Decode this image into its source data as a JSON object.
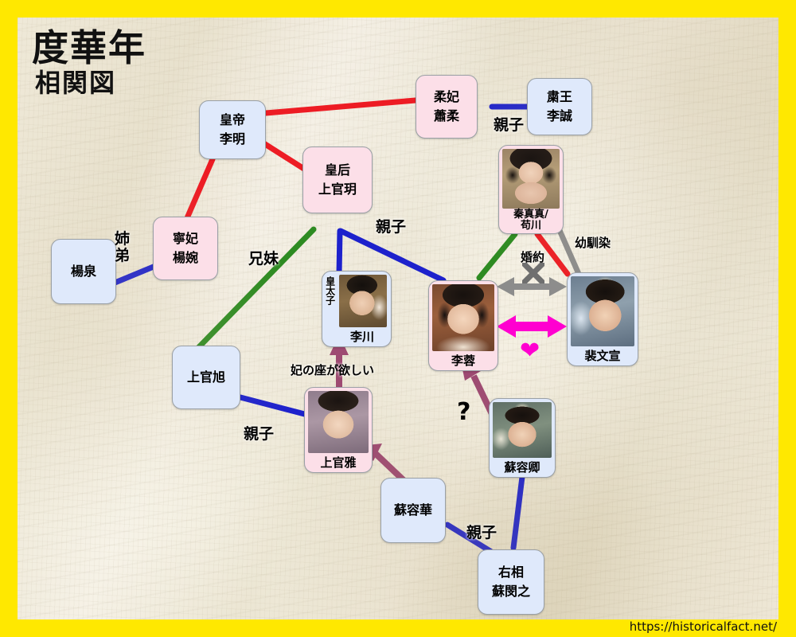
{
  "page": {
    "title_main": "度華年",
    "title_sub": "相関図",
    "url": "https://historicalfact.net/",
    "border_color": "#FFE800",
    "paper_color": "#ece5d2"
  },
  "palette": {
    "blue_box": "#dfe9fb",
    "pink_box": "#fcdfe8",
    "line_red": "#ED1C24",
    "line_blue": "#1D21CC",
    "line_green": "#2E8B22",
    "line_gray": "#8C8C8C",
    "line_magenta": "#FF00D0",
    "line_purple": "#9E4A72"
  },
  "nodes": [
    {
      "id": "huangdi",
      "type": "blue",
      "lines": [
        "皇帝",
        "李明"
      ]
    },
    {
      "id": "roufei",
      "type": "pink",
      "lines": [
        "柔妃",
        "蕭柔"
      ]
    },
    {
      "id": "suwang",
      "type": "blue",
      "lines": [
        "粛王",
        "李誠"
      ]
    },
    {
      "id": "huanghou",
      "type": "pink",
      "lines": [
        "皇后",
        "上官玥"
      ]
    },
    {
      "id": "ningfei",
      "type": "pink",
      "lines": [
        "寧妃",
        "楊婉"
      ]
    },
    {
      "id": "yangquan",
      "type": "blue",
      "lines": [
        "楊泉"
      ]
    },
    {
      "id": "shangguanxu",
      "type": "blue",
      "lines": [
        "上官旭"
      ]
    },
    {
      "id": "qinzhenzhen",
      "type": "pink",
      "photo": true,
      "name": "秦真真/\n苟川"
    },
    {
      "id": "lichuan",
      "type": "blue",
      "photo": true,
      "name": "李川",
      "vtag": "皇太子"
    },
    {
      "id": "lirong",
      "type": "pink",
      "photo": true,
      "name": "李蓉"
    },
    {
      "id": "peiwenxuan",
      "type": "blue",
      "photo": true,
      "name": "裴文宣"
    },
    {
      "id": "shangguanya",
      "type": "pink",
      "photo": true,
      "name": "上官雅"
    },
    {
      "id": "surongqing",
      "type": "blue",
      "photo": true,
      "name": "蘇容卿"
    },
    {
      "id": "suronghua",
      "type": "blue",
      "lines": [
        "蘇容華"
      ]
    },
    {
      "id": "youxiang",
      "type": "blue",
      "lines": [
        "右相",
        "蘇閔之"
      ]
    }
  ],
  "edge_labels": [
    {
      "id": "oyako-suwang",
      "text": "親子"
    },
    {
      "id": "kyoudai",
      "text": "兄妹"
    },
    {
      "id": "shimai-otouto",
      "text": "姉\n弟"
    },
    {
      "id": "oyako-huanghou",
      "text": "親子"
    },
    {
      "id": "konyaku",
      "text": "婚約"
    },
    {
      "id": "osananajimi",
      "text": "幼馴染"
    },
    {
      "id": "hinoza",
      "text": "妃の座が欲しい"
    },
    {
      "id": "oyako-shangguan",
      "text": "親子"
    },
    {
      "id": "oyako-su",
      "text": "親子"
    },
    {
      "id": "question",
      "text": "?"
    }
  ]
}
